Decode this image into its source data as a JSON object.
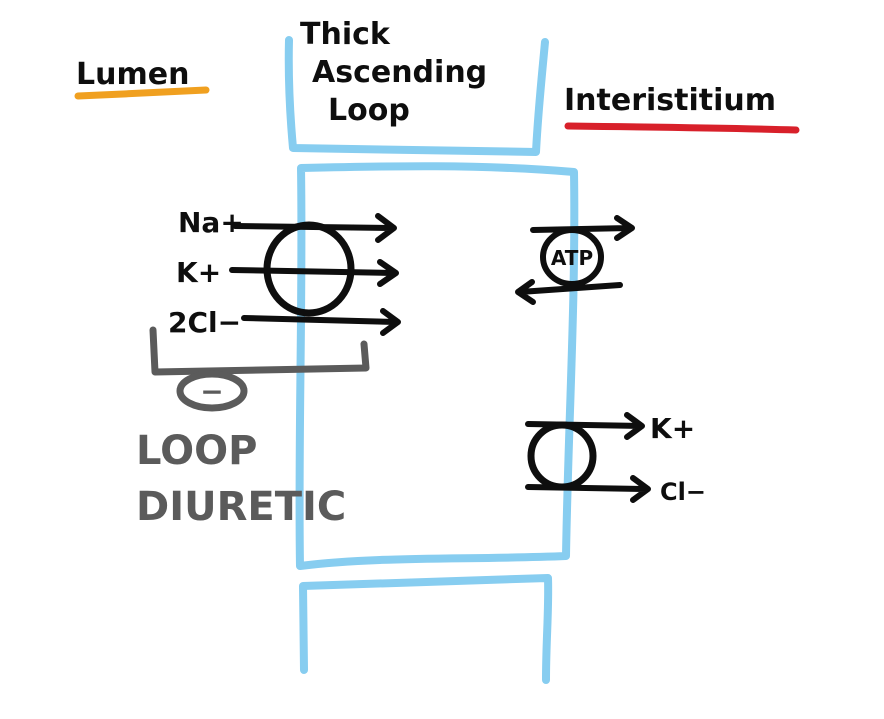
{
  "labels": {
    "lumen": "Lumen",
    "interstitium": "Interistitium",
    "segment_line1": "Thick",
    "segment_line2": "Ascending",
    "segment_line3": "Loop",
    "diuretic_line1": "LOOP",
    "diuretic_line2": "DIURETIC",
    "inhibit_sign": "−"
  },
  "apical_transporter": {
    "ions": [
      "Na+",
      "K+",
      "2Cl−"
    ]
  },
  "atp_pump": {
    "label": "ATP"
  },
  "basolateral_transporter": {
    "ions": [
      "K+",
      "Cl−"
    ]
  },
  "colors": {
    "membrane": "#87cdf0",
    "ink": "#0e0e0e",
    "inhibitor": "#5b5b5b",
    "lumen_underline": "#f0a020",
    "interstitium_underline": "#d8202a"
  },
  "icons": [
    "bracket",
    "inhibition-oval",
    "arrow",
    "transporter-circle"
  ]
}
